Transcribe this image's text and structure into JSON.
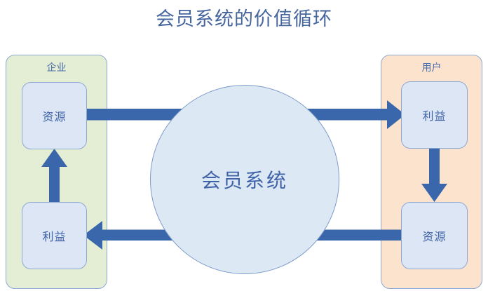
{
  "title": "会员系统的价值循环",
  "colors": {
    "title_text": "#46669e",
    "arrow_fill": "#3a67ac",
    "node_fill": "#dce6f4",
    "node_border": "#8ea9d4",
    "node_text": "#3f62a8",
    "enterprise_panel_fill": "#e4eed4",
    "user_panel_fill": "#fbe3cd",
    "circle_fill": "#dde8f5",
    "circle_border": "#7e9cc8"
  },
  "panels": {
    "enterprise": {
      "label": "企业",
      "boxes": {
        "resource": "资源",
        "benefit": "利益"
      }
    },
    "user": {
      "label": "用户",
      "boxes": {
        "benefit": "利益",
        "resource": "资源"
      }
    }
  },
  "center": {
    "label": "会员系统"
  },
  "arrows": [
    {
      "name": "enterprise-resource-to-user-benefit",
      "from": "企业·资源",
      "to": "用户·利益",
      "direction": "right"
    },
    {
      "name": "user-benefit-to-user-resource",
      "from": "用户·利益",
      "to": "用户·资源",
      "direction": "down"
    },
    {
      "name": "user-resource-to-enterprise-benefit",
      "from": "用户·资源",
      "to": "企业·利益",
      "direction": "left"
    },
    {
      "name": "enterprise-benefit-to-enterprise-resource",
      "from": "企业·利益",
      "to": "企业·资源",
      "direction": "up"
    }
  ]
}
